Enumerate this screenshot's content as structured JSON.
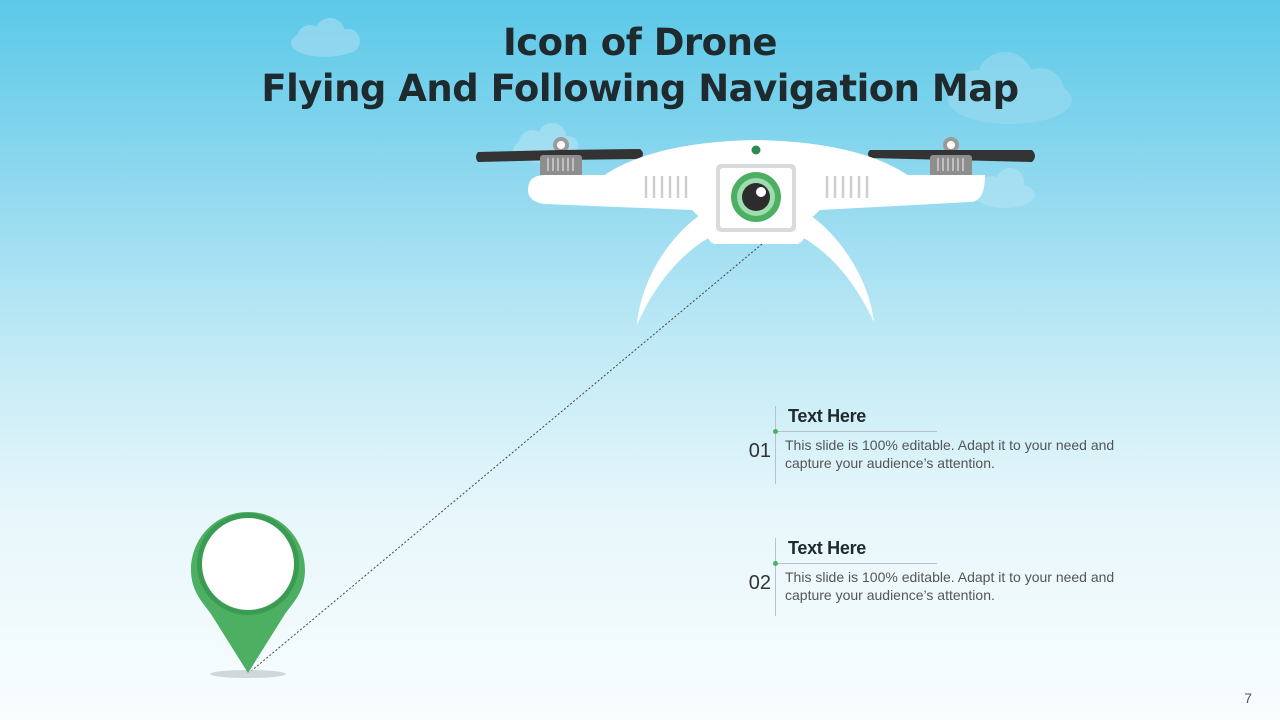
{
  "slide": {
    "title_line1": "Icon of Drone",
    "title_line2": "Flying And Following Navigation Map",
    "page_number": "7"
  },
  "items": [
    {
      "number": "01",
      "heading": "Text Here",
      "text": "This slide is 100% editable. Adapt it to your need and capture your audience’s attention."
    },
    {
      "number": "02",
      "heading": "Text Here",
      "text": "This slide is 100% editable. Adapt it to your need and capture your audience’s attention."
    }
  ],
  "colors": {
    "accent_green": "#4caf62",
    "sky_top": "#5bc9e8",
    "title_text": "#1e2a2e"
  },
  "icons": [
    "cloud-icon",
    "drone-icon",
    "camera-lens-icon",
    "propeller-icon",
    "map-pin-icon"
  ]
}
